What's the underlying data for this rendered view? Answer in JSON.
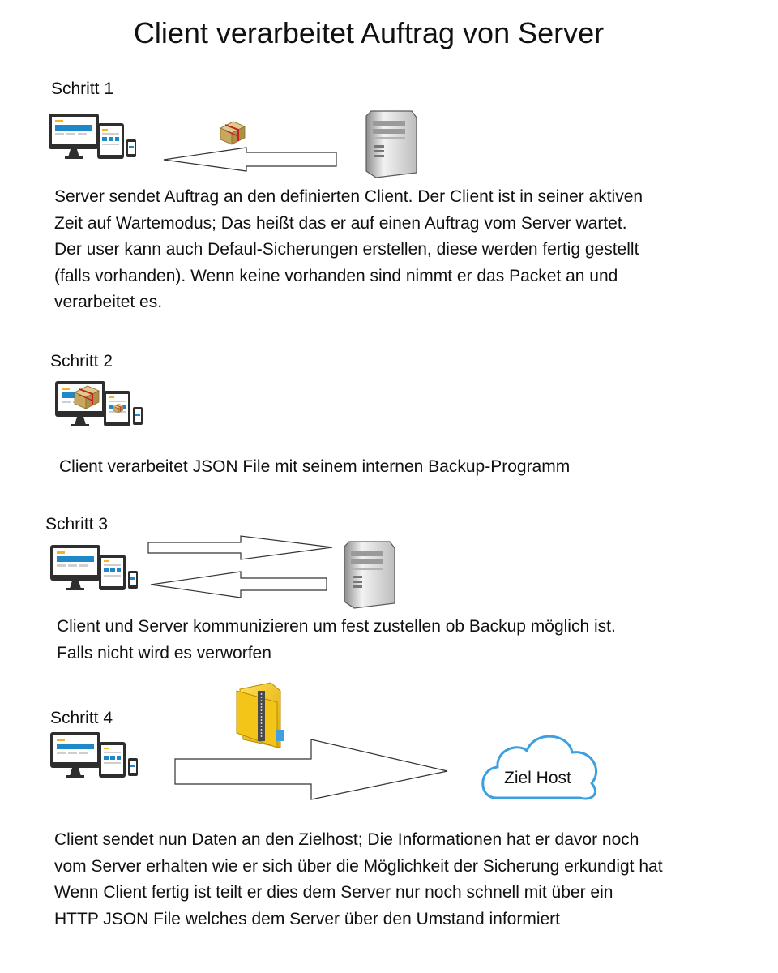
{
  "title": "Client verarbeitet Auftrag von Server",
  "steps": [
    {
      "label": "Schritt 1",
      "text": "Server sendet Auftrag an den definierten Client. Der Client ist in seiner aktiven\nZeit auf Wartemodus; Das heißt das er auf einen Auftrag vom Server wartet.\nDer user kann auch Defaul-Sicherungen erstellen, diese werden fertig gestellt\n(falls vorhanden). Wenn keine vorhanden sind nimmt er das Packet an und\nverarbeitet es."
    },
    {
      "label": "Schritt 2",
      "text": "Client verarbeitet JSON File mit seinem internen Backup-Programm"
    },
    {
      "label": "Schritt 3",
      "text": "Client und Server kommunizieren um fest zustellen ob Backup möglich ist.\nFalls nicht wird es verworfen"
    },
    {
      "label": "Schritt 4",
      "text": "Client sendet nun Daten an den Zielhost; Die Informationen hat er davor noch\nvom Server erhalten wie er sich über die Möglichkeit der Sicherung erkundigt hat\nWenn Client fertig ist teilt er dies dem Server nur noch schnell mit über ein\nHTTP JSON File welches dem Server über den Umstand informiert"
    }
  ],
  "cloud_label": "Ziel Host",
  "icons": [
    "devices-icon",
    "server-icon",
    "package-icon",
    "zip-folder-icon",
    "cloud-icon",
    "arrow-icon"
  ],
  "colors": {
    "accent_orange": "#f5b324",
    "tile_blue": "#1e88c8",
    "cloud_blue": "#3aa0e0",
    "folder_yellow": "#f2c518"
  }
}
